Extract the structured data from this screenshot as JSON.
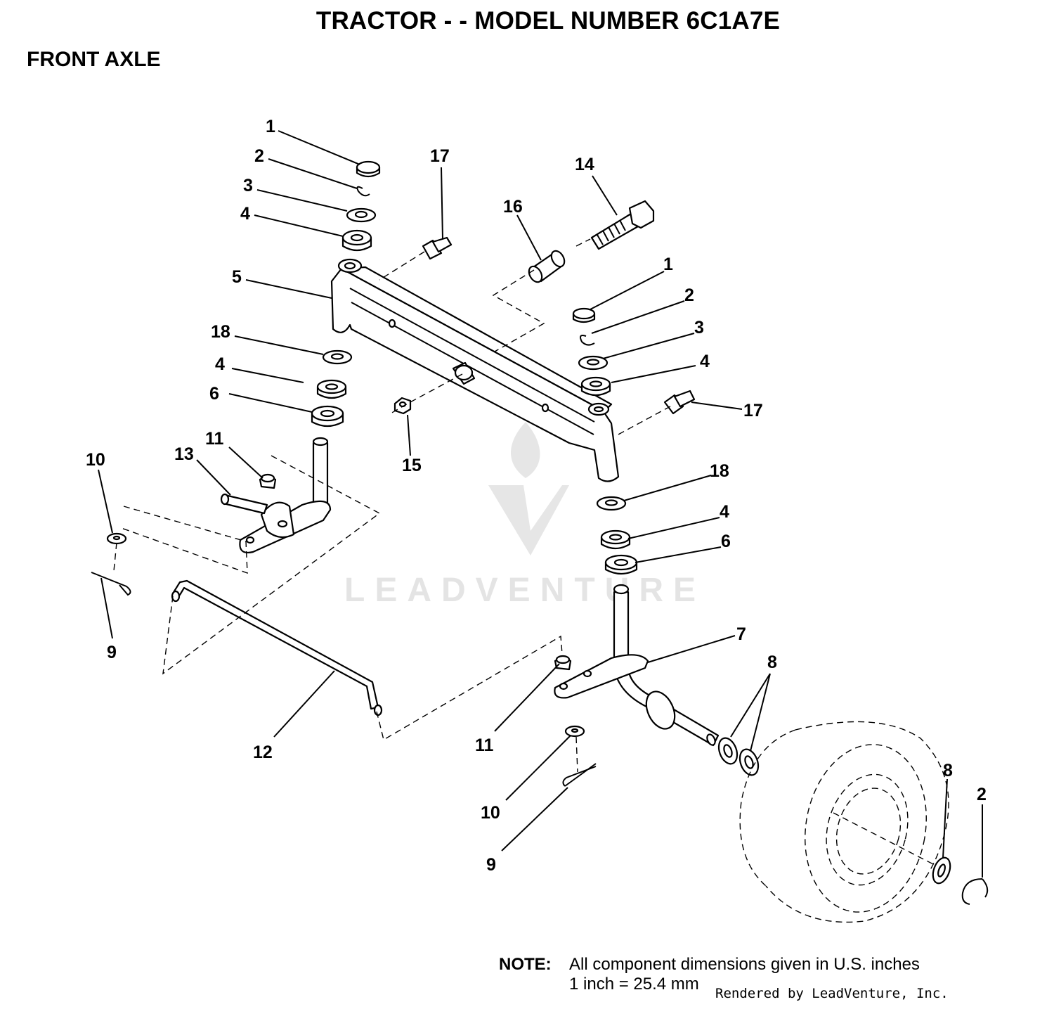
{
  "title": "TRACTOR  - - MODEL NUMBER 6C1A7E",
  "section": "FRONT AXLE",
  "callouts": [
    {
      "id": "c1a",
      "text": "1"
    },
    {
      "id": "c2a",
      "text": "2"
    },
    {
      "id": "c3a",
      "text": "3"
    },
    {
      "id": "c4a",
      "text": "4"
    },
    {
      "id": "c5",
      "text": "5"
    },
    {
      "id": "c18a",
      "text": "18"
    },
    {
      "id": "c4b",
      "text": "4"
    },
    {
      "id": "c6a",
      "text": "6"
    },
    {
      "id": "c17a",
      "text": "17"
    },
    {
      "id": "c14",
      "text": "14"
    },
    {
      "id": "c16",
      "text": "16"
    },
    {
      "id": "c1b",
      "text": "1"
    },
    {
      "id": "c2b",
      "text": "2"
    },
    {
      "id": "c3b",
      "text": "3"
    },
    {
      "id": "c4c",
      "text": "4"
    },
    {
      "id": "c17b",
      "text": "17"
    },
    {
      "id": "c15",
      "text": "15"
    },
    {
      "id": "c10a",
      "text": "10"
    },
    {
      "id": "c13",
      "text": "13"
    },
    {
      "id": "c11a",
      "text": "11"
    },
    {
      "id": "c9a",
      "text": "9"
    },
    {
      "id": "c18b",
      "text": "18"
    },
    {
      "id": "c4d",
      "text": "4"
    },
    {
      "id": "c6b",
      "text": "6"
    },
    {
      "id": "c7",
      "text": "7"
    },
    {
      "id": "c8a",
      "text": "8"
    },
    {
      "id": "c12",
      "text": "12"
    },
    {
      "id": "c11b",
      "text": "11"
    },
    {
      "id": "c10b",
      "text": "10"
    },
    {
      "id": "c9b",
      "text": "9"
    },
    {
      "id": "c8b",
      "text": "8"
    },
    {
      "id": "c2c",
      "text": "2"
    }
  ],
  "note": {
    "label": "NOTE:",
    "line1": "All component dimensions given in U.S. inches",
    "line2": "1 inch = 25.4 mm"
  },
  "rendered_by": "Rendered by LeadVenture, Inc.",
  "watermark": "LEADVENTURE"
}
